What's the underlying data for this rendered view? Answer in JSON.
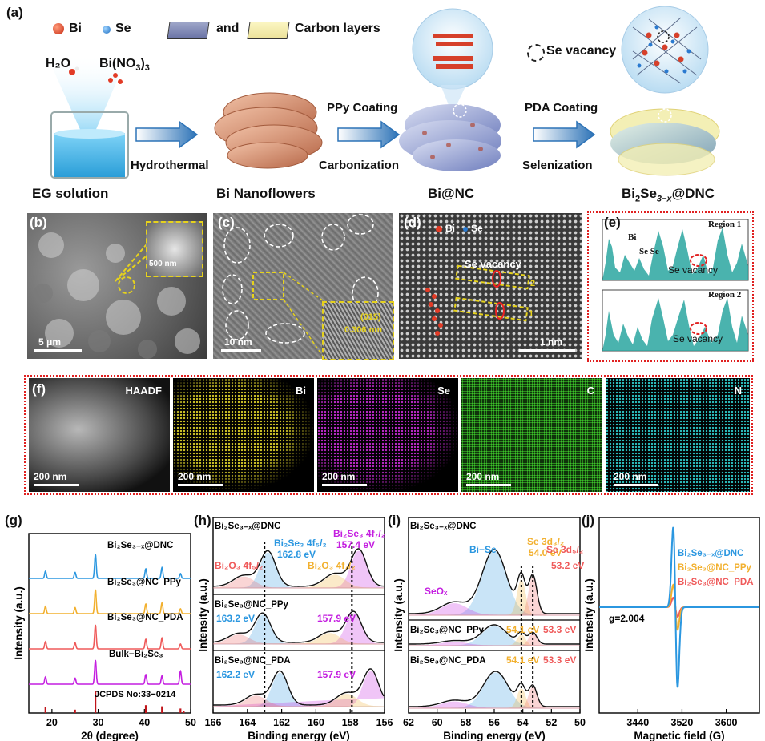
{
  "panel_a": {
    "label": "(a)",
    "legend": {
      "bi": "Bi",
      "se": "Se",
      "and": "and",
      "carbon": "Carbon layers",
      "vacancy": "Se vacancy"
    },
    "h2o": "H₂O",
    "bino3_main": "Bi(NO",
    "bino3_sub": "3",
    "bino3_close": ")",
    "bino3_sub2": "3",
    "arrow1_bottom": "Hydrothermal",
    "arrow2_top": "PPy Coating",
    "arrow2_bottom": "Carbonization",
    "arrow3_top": "PDA Coating",
    "arrow3_bottom": "Selenization",
    "stage1": "EG solution",
    "stage2": "Bi Nanoflowers",
    "stage3": "Bi@NC",
    "stage4_a": "Bi",
    "stage4_b": "2",
    "stage4_c": "Se",
    "stage4_d": "3−x",
    "stage4_e": "@DNC"
  },
  "panel_b": {
    "label": "(b)",
    "scale": "5 μm",
    "inset_scale": "500 nm"
  },
  "panel_c": {
    "label": "(c)",
    "scale": "10 nm",
    "lattice": "(015)",
    "spacing": "0.306 nm"
  },
  "panel_d": {
    "label": "(d)",
    "bi": "Bi",
    "se": "Se",
    "vacancy": "Se vacancy",
    "mark1": "1",
    "mark2": "2",
    "scale": "1 nm"
  },
  "panel_e": {
    "label": "(e)",
    "region1": "Region 1",
    "region2": "Region 2",
    "bi": "Bi",
    "sese": "Se Se",
    "vacancy1": "Se vacancy",
    "vacancy2": "Se vacancy"
  },
  "panel_f": {
    "label": "(f)",
    "maps": [
      {
        "name": "HAADF",
        "scale": "200 nm"
      },
      {
        "name": "Bi",
        "scale": "200 nm"
      },
      {
        "name": "Se",
        "scale": "200 nm"
      },
      {
        "name": "C",
        "scale": "200 nm"
      },
      {
        "name": "N",
        "scale": "200 nm"
      }
    ]
  },
  "colors": {
    "blue": "#2b97e0",
    "orange": "#f2b02e",
    "red": "#ef5a5a",
    "magenta": "#c41ee0",
    "darkred": "#c0141a",
    "bi_map": "#d8cc2a",
    "se_map": "#c42bd0",
    "c_map": "#3bc02a",
    "n_map": "#2fc7c7"
  },
  "chart_data": [
    {
      "type": "line",
      "panel": "(g)",
      "xlabel": "2θ (degree)",
      "ylabel": "Intensity (a.u.)",
      "xlim": [
        15,
        50
      ],
      "xticks": [
        20,
        30,
        40,
        50
      ],
      "series": [
        {
          "name": "Bi₂Se₃₋ₓ@DNC",
          "color": "#2b97e0",
          "peaks": [
            [
              18.6,
              0.3
            ],
            [
              25.0,
              0.25
            ],
            [
              29.4,
              1.0
            ],
            [
              40.3,
              0.4
            ],
            [
              43.8,
              0.45
            ],
            [
              47.8,
              0.2
            ]
          ]
        },
        {
          "name": "Bi₂Se₃@NC_PPy",
          "color": "#f2b02e",
          "peaks": [
            [
              18.6,
              0.3
            ],
            [
              25.0,
              0.25
            ],
            [
              29.4,
              1.0
            ],
            [
              40.3,
              0.4
            ],
            [
              43.8,
              0.45
            ],
            [
              47.8,
              0.2
            ]
          ]
        },
        {
          "name": "Bi₂Se₃@NC_PDA",
          "color": "#ef5a5a",
          "peaks": [
            [
              18.6,
              0.3
            ],
            [
              25.0,
              0.25
            ],
            [
              29.4,
              1.0
            ],
            [
              40.3,
              0.4
            ],
            [
              43.8,
              0.45
            ],
            [
              47.8,
              0.2
            ]
          ]
        },
        {
          "name": "Bulk−Bi₂Se₃",
          "color": "#c41ee0",
          "peaks": [
            [
              18.6,
              0.3
            ],
            [
              25.0,
              0.25
            ],
            [
              29.4,
              1.0
            ],
            [
              40.3,
              0.4
            ],
            [
              43.8,
              0.35
            ],
            [
              47.8,
              0.55
            ]
          ]
        }
      ],
      "reference": {
        "name": "JCPDS No:33−0214",
        "color": "#c0141a",
        "lines": [
          [
            18.6,
            0.25
          ],
          [
            25.0,
            0.15
          ],
          [
            29.4,
            1.0
          ],
          [
            40.3,
            0.35
          ],
          [
            43.8,
            0.3
          ],
          [
            47.8,
            0.2
          ],
          [
            48.5,
            0.1
          ]
        ]
      }
    },
    {
      "type": "line",
      "panel": "(h)",
      "xlabel": "Binding energy (eV)",
      "ylabel": "Intensity (a.u.)",
      "xlim": [
        166,
        156
      ],
      "xticks": [
        166,
        164,
        162,
        160,
        158,
        156
      ],
      "dashed_at": [
        163.0,
        157.9
      ],
      "groups": [
        {
          "title_a": "Bi",
          "title_b": "2",
          "title_c": "Se",
          "title_d": "3−x",
          "title_e": "@DNC",
          "annotations": [
            {
              "text": "Bi₂Se₃ 4f₅/₂",
              "color": "#2b97e0"
            },
            {
              "text": "162.8 eV",
              "color": "#2b97e0"
            },
            {
              "text": "Bi₂Se₃ 4f₇/₂",
              "color": "#c41ee0"
            },
            {
              "text": "157.4 eV",
              "color": "#c41ee0"
            },
            {
              "text": "Bi₂O₃ 4f₅/₂",
              "color": "#ef5a5a"
            },
            {
              "text": "Bi₂O₃ 4f₇/₂",
              "color": "#f2b02e"
            }
          ]
        },
        {
          "title": "Bi₂Se₃@NC_PPy",
          "annotations": [
            {
              "text": "163.2 eV",
              "color": "#2b97e0"
            },
            {
              "text": "157.9 eV",
              "color": "#c41ee0"
            }
          ]
        },
        {
          "title": "Bi₂Se₃@NC_PDA",
          "annotations": [
            {
              "text": "162.2 eV",
              "color": "#2b97e0"
            },
            {
              "text": "157.9 eV",
              "color": "#c41ee0"
            }
          ]
        }
      ]
    },
    {
      "type": "line",
      "panel": "(i)",
      "xlabel": "Binding energy (eV)",
      "ylabel": "Intensity (a.u.)",
      "xlim": [
        62,
        50
      ],
      "xticks": [
        62,
        60,
        58,
        56,
        54,
        52,
        50
      ],
      "dashed_at": [
        54.1,
        53.3
      ],
      "groups": [
        {
          "title": "Bi₂Se₃₋ₓ@DNC",
          "annotations": [
            {
              "text": "Bi−Se",
              "color": "#2b97e0"
            },
            {
              "text": "SeOₓ",
              "color": "#c41ee0"
            },
            {
              "text": "Se 3d₃/₂",
              "color": "#f2b02e"
            },
            {
              "text": "54.0 eV",
              "color": "#f2b02e"
            },
            {
              "text": "Se 3d₅/₂",
              "color": "#ef5a5a"
            },
            {
              "text": "53.2 eV",
              "color": "#ef5a5a"
            }
          ]
        },
        {
          "title": "Bi₂Se₃@NC_PPy",
          "annotations": [
            {
              "text": "54.1 eV",
              "color": "#f2b02e"
            },
            {
              "text": "53.3 eV",
              "color": "#ef5a5a"
            }
          ]
        },
        {
          "title": "Bi₂Se₃@NC_PDA",
          "annotations": [
            {
              "text": "54.1 eV",
              "color": "#f2b02e"
            },
            {
              "text": "53.3 eV",
              "color": "#ef5a5a"
            }
          ]
        }
      ]
    },
    {
      "type": "line",
      "panel": "(j)",
      "xlabel": "Magnetic field (G)",
      "ylabel": "Intensity (a.u.)",
      "xlim": [
        3370,
        3660
      ],
      "xticks": [
        3440,
        3520,
        3600
      ],
      "annotation": "g=2.004",
      "series": [
        {
          "name": "Bi₂Se₃₋ₓ@DNC",
          "color": "#2b97e0",
          "amplitude": 1.0
        },
        {
          "name": "Bi₂Se₃@NC_PPy",
          "color": "#f2b02e",
          "amplitude": 0.28
        },
        {
          "name": "Bi₂Se₃@NC_PDA",
          "color": "#ef5a5a",
          "amplitude": 0.12
        }
      ]
    }
  ]
}
